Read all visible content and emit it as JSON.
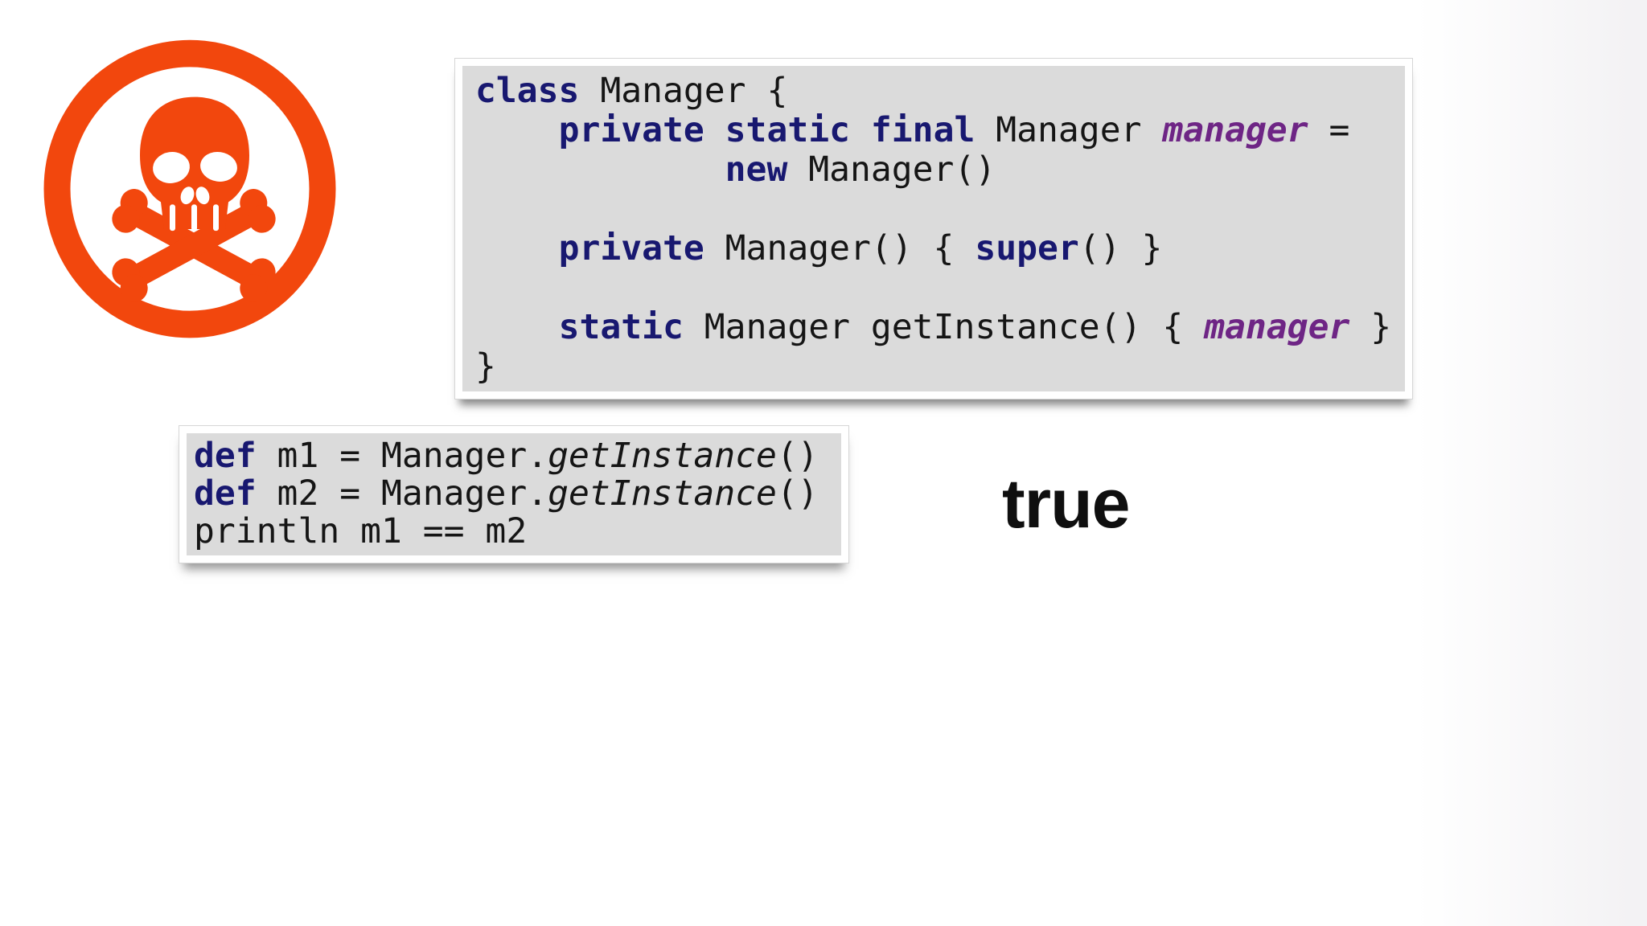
{
  "slide": {
    "background_color": "#ffffff",
    "icon": {
      "name": "skull-and-crossbones",
      "color": "#F2470D"
    },
    "colors": {
      "code_background": "#dbdbdb",
      "keyword": "#181870",
      "field": "#6e2585",
      "code_text": "#151515",
      "card_frame": "#ffffff"
    },
    "result": {
      "text": "true",
      "color": "#0f0f0f"
    }
  },
  "code_blocks": [
    {
      "name": "manager-class-definition",
      "lines": [
        [
          [
            "kw",
            "class"
          ],
          [
            "pl",
            " Manager {"
          ]
        ],
        [
          [
            "pl",
            "    "
          ],
          [
            "kw",
            "private"
          ],
          [
            "pl",
            " "
          ],
          [
            "kw",
            "static"
          ],
          [
            "pl",
            " "
          ],
          [
            "kw",
            "final"
          ],
          [
            "pl",
            " Manager "
          ],
          [
            "fld",
            "manager"
          ],
          [
            "pl",
            " ="
          ]
        ],
        [
          [
            "pl",
            "            "
          ],
          [
            "kw",
            "new"
          ],
          [
            "pl",
            " Manager()"
          ]
        ],
        [],
        [
          [
            "pl",
            "    "
          ],
          [
            "kw",
            "private"
          ],
          [
            "pl",
            " Manager() { "
          ],
          [
            "kw",
            "super"
          ],
          [
            "pl",
            "() }"
          ]
        ],
        [],
        [
          [
            "pl",
            "    "
          ],
          [
            "kw",
            "static"
          ],
          [
            "pl",
            " Manager getInstance() { "
          ],
          [
            "fld",
            "manager"
          ],
          [
            "pl",
            " }"
          ]
        ],
        [
          [
            "pl",
            "}"
          ]
        ]
      ]
    },
    {
      "name": "usage-example",
      "lines": [
        [
          [
            "kw",
            "def"
          ],
          [
            "pl",
            " m1 = Manager."
          ],
          [
            "meth",
            "getInstance"
          ],
          [
            "pl",
            "()"
          ]
        ],
        [
          [
            "kw",
            "def"
          ],
          [
            "pl",
            " m2 = Manager."
          ],
          [
            "meth",
            "getInstance"
          ],
          [
            "pl",
            "()"
          ]
        ],
        [
          [
            "pl",
            "println m1 == m2"
          ]
        ]
      ]
    }
  ]
}
